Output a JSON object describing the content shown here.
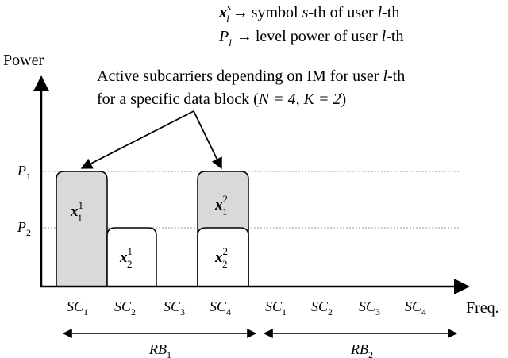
{
  "legend": {
    "symbol_line": {
      "sym_base": "x",
      "sym_sup": "s",
      "sym_sub": "l",
      "arrow": "→",
      "desc_pre": "symbol ",
      "desc_var": "s",
      "desc_mid": "-th of user ",
      "desc_var2": "l",
      "desc_post": "-th"
    },
    "power_line": {
      "sym_base": "P",
      "sym_sub": "l",
      "arrow": "→",
      "desc_pre": "level power of user ",
      "desc_var": "l",
      "desc_post": "-th"
    }
  },
  "axes": {
    "y_label": "Power",
    "x_label": "Freq."
  },
  "annotation": {
    "line1_pre": "Active subcarriers depending on IM for user ",
    "line1_var": "l",
    "line1_post": "-th",
    "line2_pre": "for a specific data block (",
    "line2_math": "N = 4, K = 2",
    "line2_post": ")"
  },
  "levels": [
    {
      "base": "P",
      "sub": "1"
    },
    {
      "base": "P",
      "sub": "2"
    }
  ],
  "blocks": [
    {
      "sym": "x",
      "sup": "1",
      "sub": "1",
      "level": "P1",
      "active": true
    },
    {
      "sym": "x",
      "sup": "1",
      "sub": "2",
      "level": "P2",
      "active": false
    },
    {
      "sym": "x",
      "sup": "2",
      "sub": "1",
      "level": "P1",
      "active": true
    },
    {
      "sym": "x",
      "sup": "2",
      "sub": "2",
      "level": "P2",
      "active": false
    }
  ],
  "subcarriers": [
    {
      "base": "SC",
      "sub": "1"
    },
    {
      "base": "SC",
      "sub": "2"
    },
    {
      "base": "SC",
      "sub": "3"
    },
    {
      "base": "SC",
      "sub": "4"
    },
    {
      "base": "SC",
      "sub": "1"
    },
    {
      "base": "SC",
      "sub": "2"
    },
    {
      "base": "SC",
      "sub": "3"
    },
    {
      "base": "SC",
      "sub": "4"
    }
  ],
  "resource_blocks": [
    {
      "base": "RB",
      "sub": "1"
    },
    {
      "base": "RB",
      "sub": "2"
    }
  ],
  "colors": {
    "active_fill": "#d9d9d9",
    "inactive_fill": "#ffffff",
    "stroke": "#000000",
    "grid": "#9a9a9a"
  }
}
